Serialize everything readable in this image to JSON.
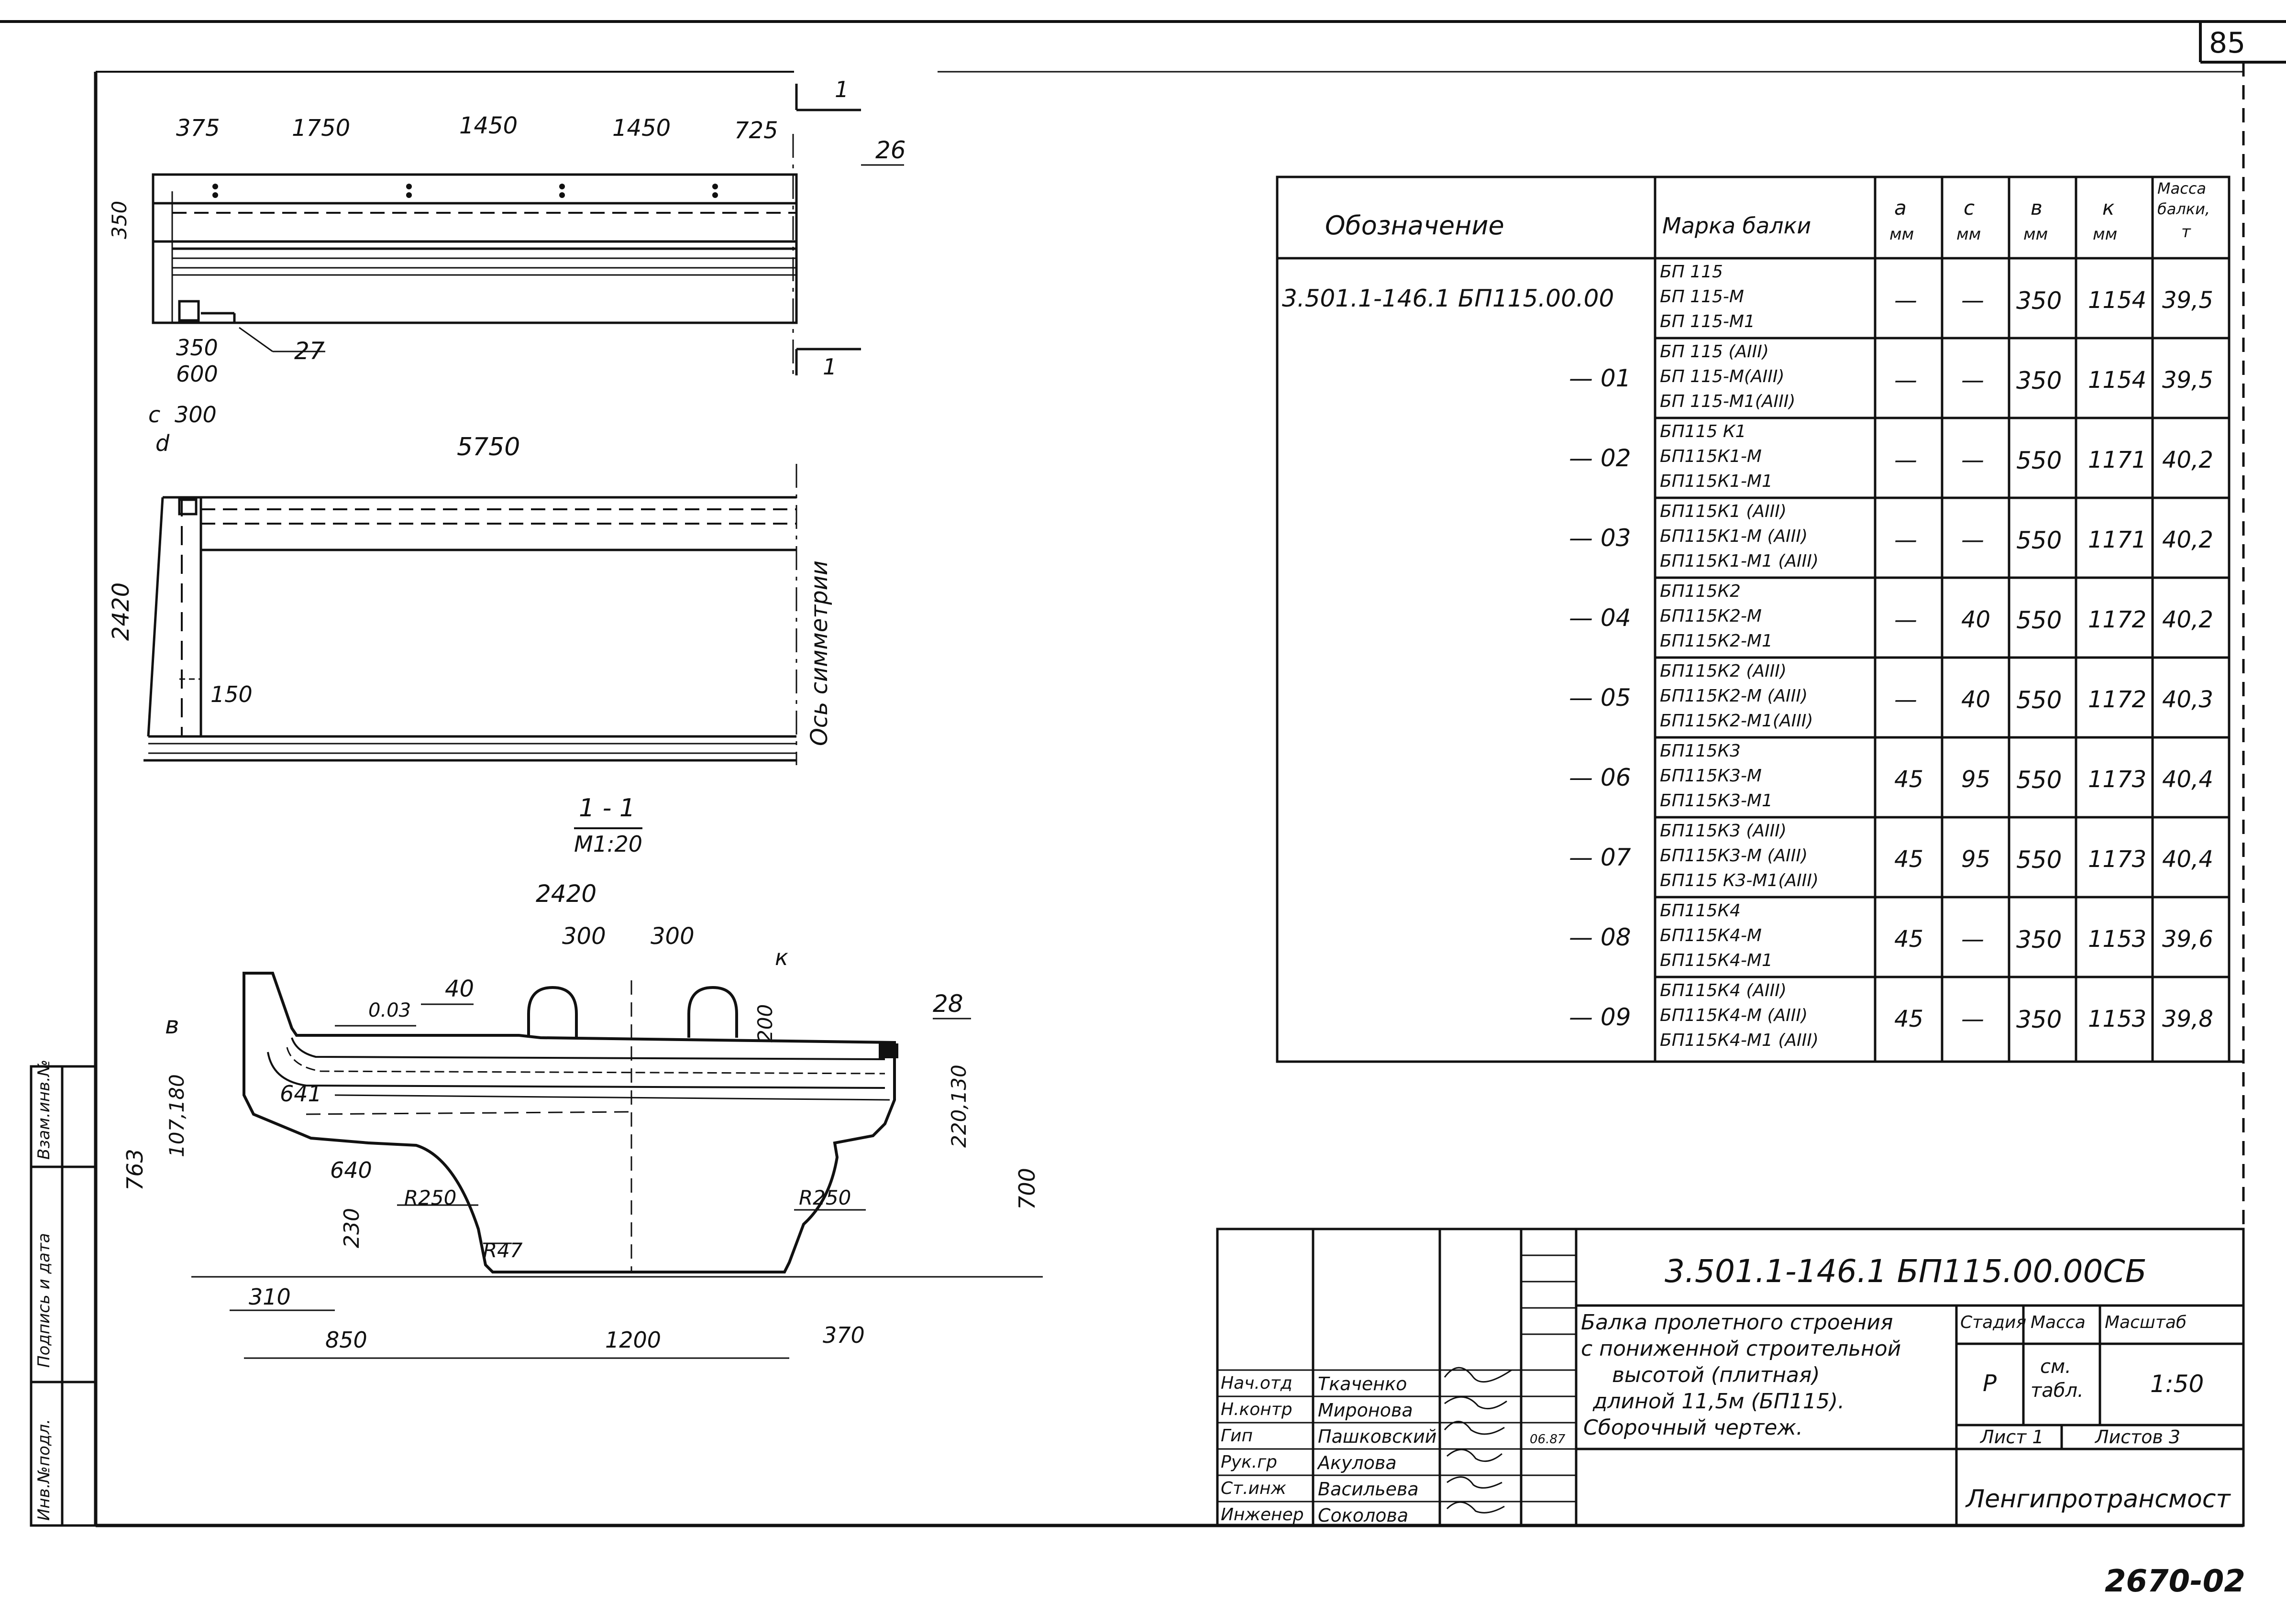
{
  "page_number": "85",
  "stamp_number": "2670-02",
  "elevation": {
    "dims_top": [
      "375",
      "1750",
      "1450",
      "1450",
      "725"
    ],
    "dim_350_left": "350",
    "section_mark": "1",
    "leader_26": "26",
    "dim_350_bottom": "350",
    "dim_600": "600",
    "leader_27": "27"
  },
  "plan": {
    "label_c": "c",
    "label_d": "d",
    "dim_300": "300",
    "dim_5750": "5750",
    "dim_2420": "2420",
    "dim_150": "150",
    "axis_label": "Ось симметрии"
  },
  "section": {
    "title": "1 - 1",
    "scale": "М1:20",
    "dim_2420": "2420",
    "dim_300a": "300",
    "dim_300b": "300",
    "dim_40": "40",
    "slope": "0.03",
    "label_k": "к",
    "label_b": "в",
    "dim_200": "200",
    "leader_28": "28",
    "dim_107_180": "107,180",
    "dim_641": "641",
    "dim_640": "640",
    "r250_left": "R250",
    "r250_right": "R250",
    "r47": "R47",
    "dim_230": "230",
    "dim_763": "763",
    "dim_220_130": "220,130",
    "dim_700": "700",
    "dim_310": "310",
    "dim_850": "850",
    "dim_1200": "1200",
    "dim_370": "370"
  },
  "spec_table": {
    "headers": {
      "designation": "Обозначение",
      "mark": "Марка балки",
      "a": "а",
      "a_unit": "мм",
      "c": "с",
      "c_unit": "мм",
      "b": "в",
      "b_unit": "мм",
      "k": "к",
      "k_unit": "мм",
      "mass1": "Масса",
      "mass2": "балки,",
      "mass_unit": "т"
    },
    "rows": [
      {
        "designation": "3.501.1-146.1    БП115.00.00",
        "marks": [
          "БП 115",
          "БП 115-М",
          "БП 115-М1"
        ],
        "a": "—",
        "c": "—",
        "b": "350",
        "k": "1154",
        "mass": "39,5"
      },
      {
        "designation": "— 01",
        "marks": [
          "БП 115 (АIII)",
          "БП 115-М(АIII)",
          "БП 115-М1(АIII)"
        ],
        "a": "—",
        "c": "—",
        "b": "350",
        "k": "1154",
        "mass": "39,5"
      },
      {
        "designation": "— 02",
        "marks": [
          "БП115 К1",
          "БП115К1-М",
          "БП115К1-М1"
        ],
        "a": "—",
        "c": "—",
        "b": "550",
        "k": "1171",
        "mass": "40,2"
      },
      {
        "designation": "— 03",
        "marks": [
          "БП115К1 (АIII)",
          "БП115К1-М (АIII)",
          "БП115К1-М1 (АIII)"
        ],
        "a": "—",
        "c": "—",
        "b": "550",
        "k": "1171",
        "mass": "40,2"
      },
      {
        "designation": "— 04",
        "marks": [
          "БП115К2",
          "БП115К2-М",
          "БП115К2-М1"
        ],
        "a": "—",
        "c": "40",
        "b": "550",
        "k": "1172",
        "mass": "40,2"
      },
      {
        "designation": "— 05",
        "marks": [
          "БП115К2 (АIII)",
          "БП115К2-М (АIII)",
          "БП115К2-М1(АIII)"
        ],
        "a": "—",
        "c": "40",
        "b": "550",
        "k": "1172",
        "mass": "40,3"
      },
      {
        "designation": "— 06",
        "marks": [
          "БП115К3",
          "БП115К3-М",
          "БП115К3-М1"
        ],
        "a": "45",
        "c": "95",
        "b": "550",
        "k": "1173",
        "mass": "40,4"
      },
      {
        "designation": "— 07",
        "marks": [
          "БП115К3 (АIII)",
          "БП115К3-М (АIII)",
          "БП115 К3-М1(АIII)"
        ],
        "a": "45",
        "c": "95",
        "b": "550",
        "k": "1173",
        "mass": "40,4"
      },
      {
        "designation": "— 08",
        "marks": [
          "БП115К4",
          "БП115К4-М",
          "БП115К4-М1"
        ],
        "a": "45",
        "c": "—",
        "b": "350",
        "k": "1153",
        "mass": "39,6"
      },
      {
        "designation": "— 09",
        "marks": [
          "БП115К4 (АIII)",
          "БП115К4-М (АIII)",
          "БП115К4-М1 (АIII)"
        ],
        "a": "45",
        "c": "—",
        "b": "350",
        "k": "1153",
        "mass": "39,8"
      }
    ]
  },
  "title_block": {
    "code": "3.501.1-146.1    БП115.00.00СБ",
    "description": [
      "Балка пролетного строения",
      "с пониженной строительной",
      "высотой    (плитная)",
      "длиной 11,5м (БП115).",
      "Сборочный      чертеж."
    ],
    "stage_label": "Стадия",
    "mass_label": "Масса",
    "scale_label": "Масштаб",
    "stage_value": "Р",
    "mass_value_1": "см.",
    "mass_value_2": "табл.",
    "scale_value": "1:50",
    "sheet_label": "Лист 1",
    "sheets_label": "Листов 3",
    "organization": "Ленгипротрансмост",
    "roles": [
      "Нач.отд",
      "Н.контр",
      "Гип",
      "Рук.гр",
      "Ст.инж",
      "Инженер"
    ],
    "names": [
      "Ткаченко",
      "Миронова",
      "Пашковский",
      "Акулова",
      "Васильева",
      "Соколова"
    ],
    "date_note": "06.87"
  },
  "side_stamp": {
    "cells": [
      "Инв.№подл.",
      "Подпись и дата",
      "Взам.инв.№"
    ]
  }
}
